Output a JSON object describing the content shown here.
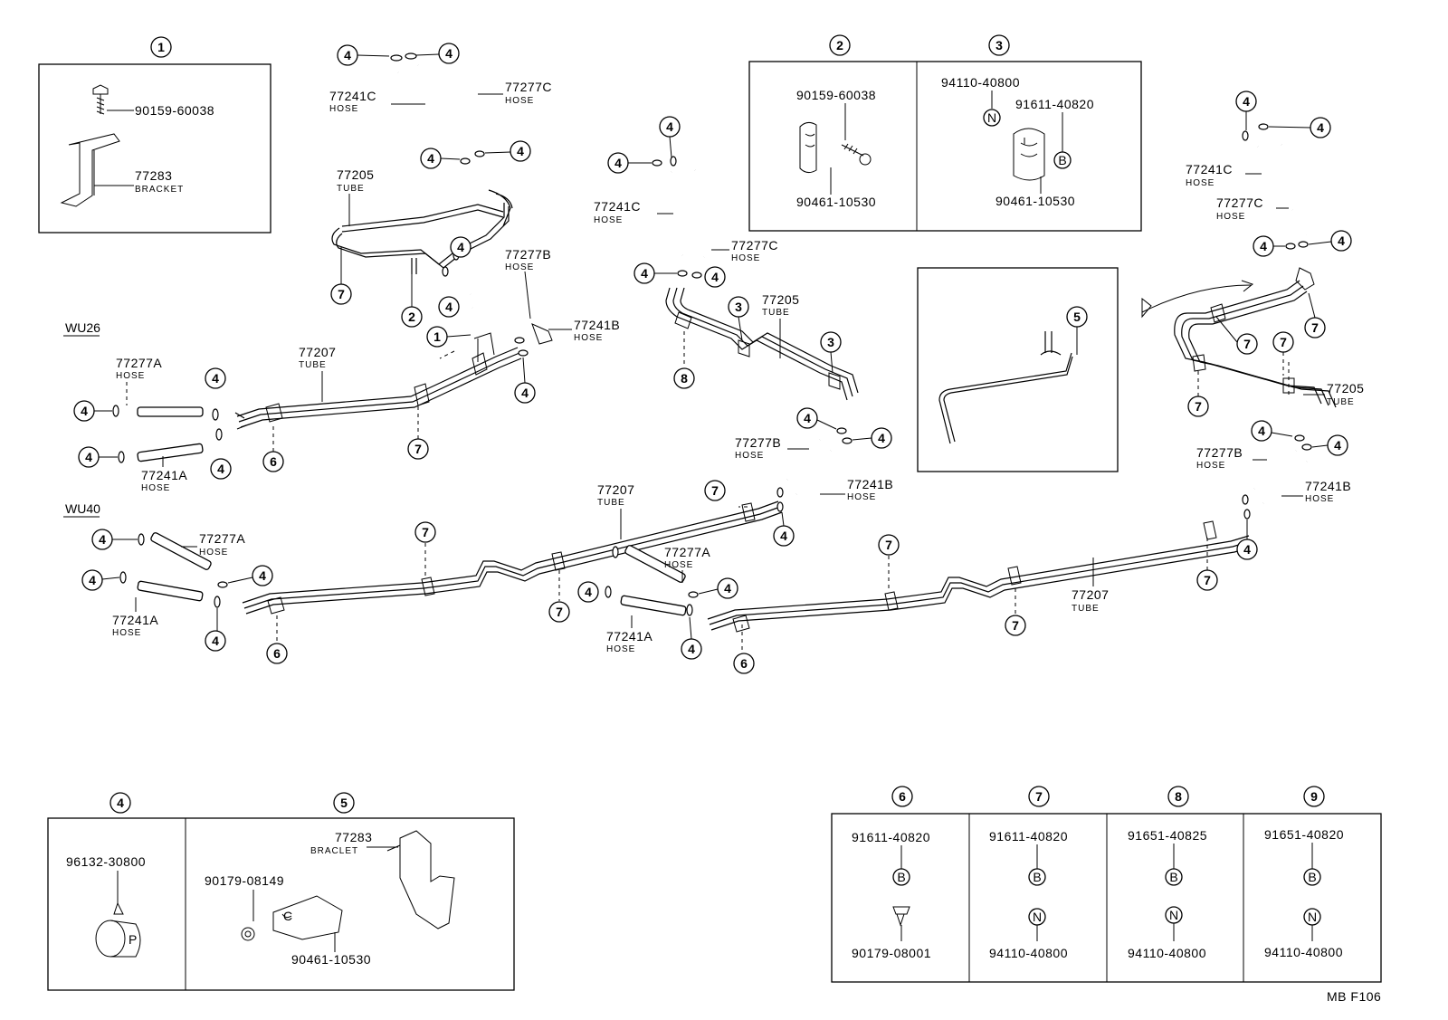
{
  "diagram_code": "MB F106",
  "variants": {
    "wu26": "WU26",
    "wu40": "WU40"
  },
  "detail_1": {
    "ref": "1",
    "bolt": "90159-60038",
    "bracket": {
      "part": "77283",
      "name": "BRACKET"
    }
  },
  "detail_2": {
    "ref": "2",
    "bolt": "90159-60038",
    "clamp": "90461-10530"
  },
  "detail_3": {
    "ref": "3",
    "nut": "94110-40800",
    "bolt": "91611-40820",
    "clamp": "90461-10530",
    "bolt_marker": "B",
    "nut_marker": "N"
  },
  "detail_4": {
    "ref": "4",
    "clip": "96132-30800"
  },
  "detail_5": {
    "ref": "5",
    "nut": "90179-08149",
    "bracket": {
      "part": "77283",
      "name": "BRACLET"
    },
    "clamp": "90461-10530"
  },
  "bolt_sets": [
    {
      "ref": "6",
      "top": "91611-40820",
      "marker": "B",
      "bottom": "90179-08001"
    },
    {
      "ref": "7",
      "top": "91611-40820",
      "marker": "B",
      "marker2": "N",
      "bottom": "94110-40800"
    },
    {
      "ref": "8",
      "top": "91651-40825",
      "marker": "B",
      "marker2": "N",
      "bottom": "94110-40800"
    },
    {
      "ref": "9",
      "top": "91651-40820",
      "marker": "B",
      "marker2": "N",
      "bottom": "94110-40800"
    }
  ],
  "parts": {
    "hose_77241C": "77241C",
    "hose_77277C": "77277C",
    "hose_77277B": "77277B",
    "hose_77241B": "77241B",
    "hose_77277A": "77277A",
    "hose_77241A": "77241A",
    "tube_77205": "77205",
    "tube_77207": "77207",
    "word_hose": "HOSE",
    "word_tube": "TUBE"
  },
  "callout_nums": {
    "c1": "1",
    "c2": "2",
    "c3": "3",
    "c4": "4",
    "c5": "5",
    "c6": "6",
    "c7": "7",
    "c8": "8",
    "c9": "9"
  }
}
